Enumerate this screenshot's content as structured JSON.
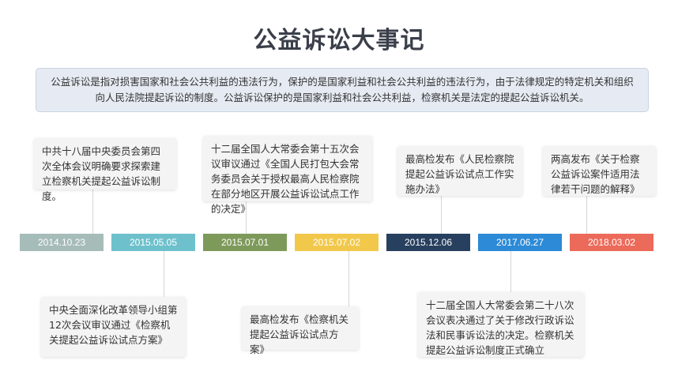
{
  "title": "公益诉讼大事记",
  "intro": "公益诉讼是指对损害国家和社会公共利益的违法行为，保护的是国家利益和社会公共利益的违法行为，由于法律规定的特定机关和组织向人民法院提起诉讼的制度。公益诉讼保护的是国家利益和社会公共利益，检察机关是法定的提起公益诉讼机关。",
  "milestones": [
    {
      "date": "2014.10.23",
      "color": "#a6bcb8",
      "event": "中共十八届中央委员会第四次全体会议明确要求探索建立检察机关提起公益诉讼制度。"
    },
    {
      "date": "2015.05.05",
      "color": "#6ec1cc",
      "event": "中央全面深化改革领导小组第12次会议审议通过《检察机关提起公益诉讼试点方案》"
    },
    {
      "date": "2015.07.01",
      "color": "#7e9a5b",
      "event": "十二届全国人大常委会第十五次会议审议通过《全国人民打包大会常务委员会关于授权最高人民检察院在部分地区开展公益诉讼试点工作的决定》"
    },
    {
      "date": "2015.07.02",
      "color": "#f2c84b",
      "event": "最高检发布《检察机关提起公益诉讼试点方案》"
    },
    {
      "date": "2015.12.06",
      "color": "#28405f",
      "event": "最高检发布《人民检察院提起公益诉讼试点工作实施办法》"
    },
    {
      "date": "2017.06.27",
      "color": "#2c8ad6",
      "event": "十二届全国人大常委会第二十八次会议表决通过了关于修改行政诉讼法和民事诉讼法的决定。检察机关提起公益诉讼制度正式确立"
    },
    {
      "date": "2018.03.02",
      "color": "#ec6a5a",
      "event": "两高发布《关于检察公益诉讼案件适用法律若干问题的解释》"
    }
  ]
}
